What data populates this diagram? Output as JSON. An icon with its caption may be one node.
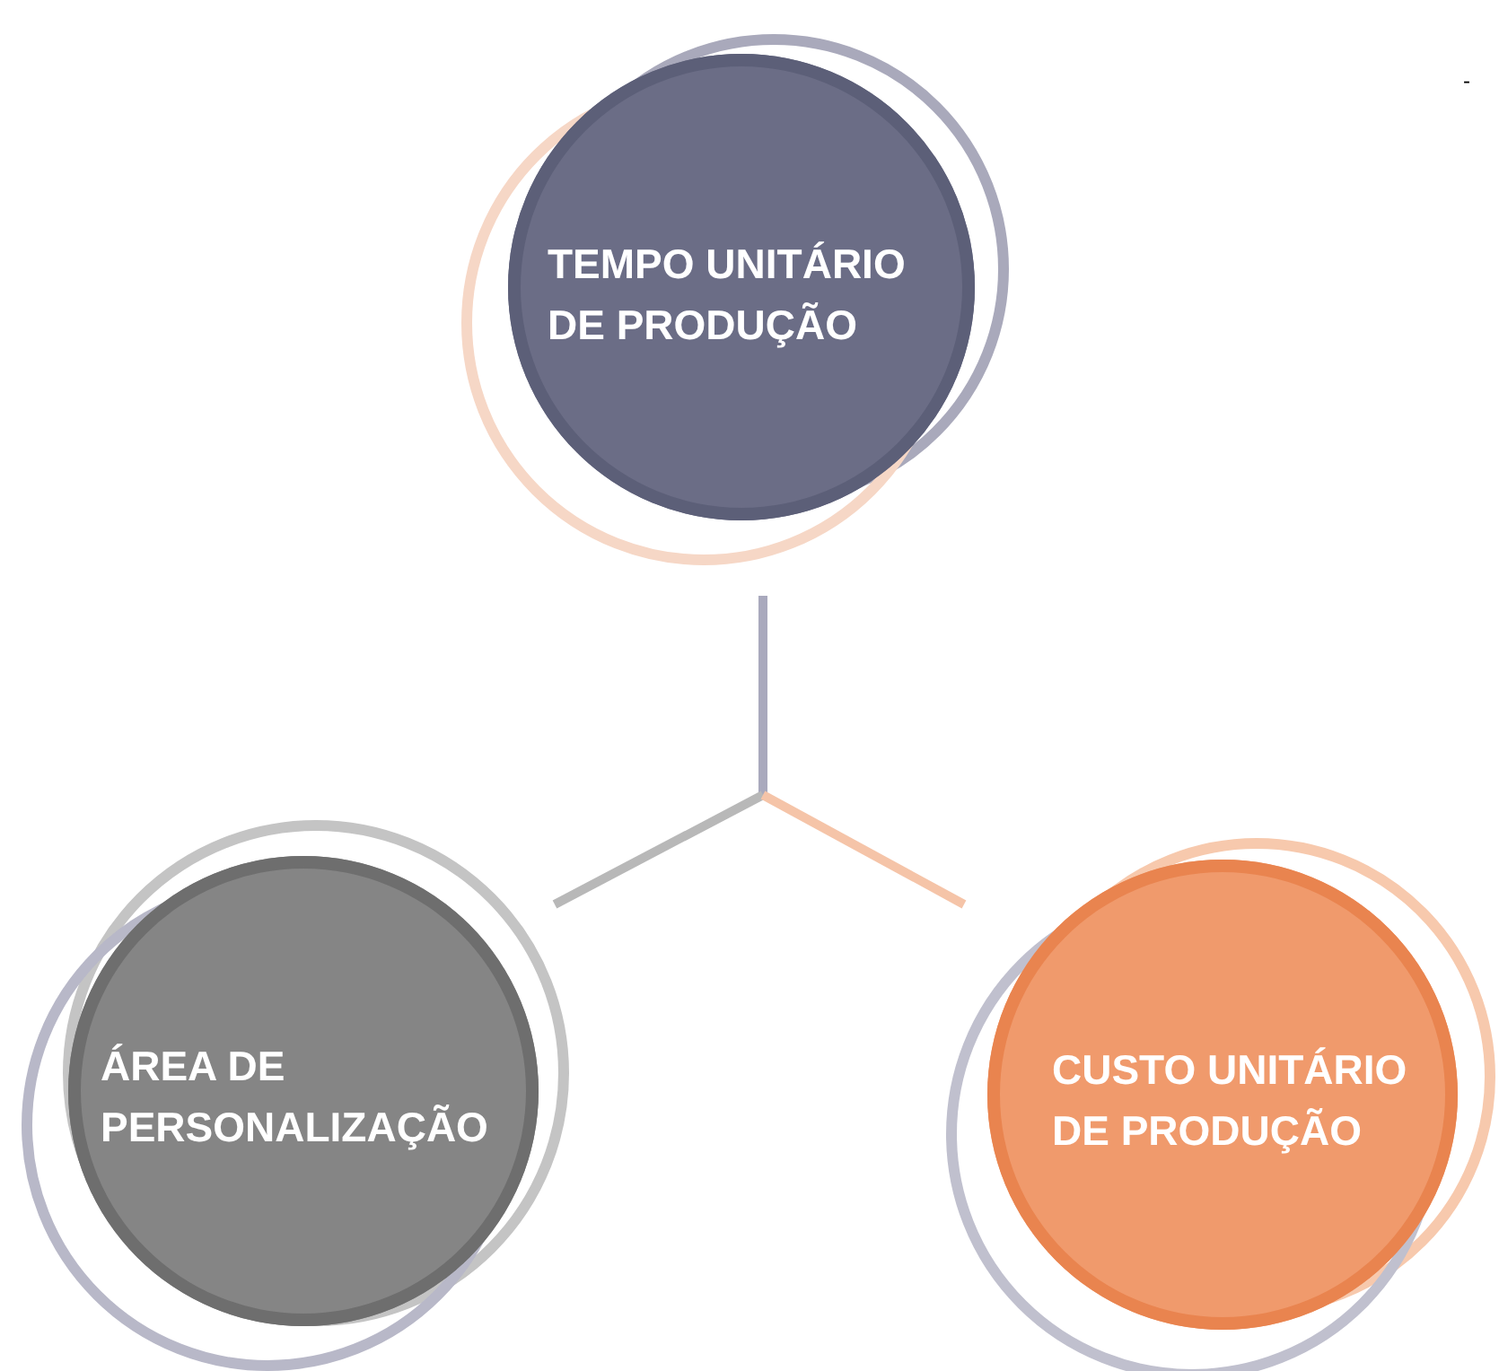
{
  "diagram": {
    "nodes": [
      {
        "text": [
          "TEMPO UNITÁRIO DE PRODUÇÃO"
        ]
      },
      {
        "text": [
          "ÁREA DE PERSONALIZAÇÃO"
        ]
      },
      {
        "text": [
          "CUSTO UNITÁRIO DE PRODUÇÃO"
        ]
      }
    ],
    "labels": [
      "-"
    ]
  }
}
